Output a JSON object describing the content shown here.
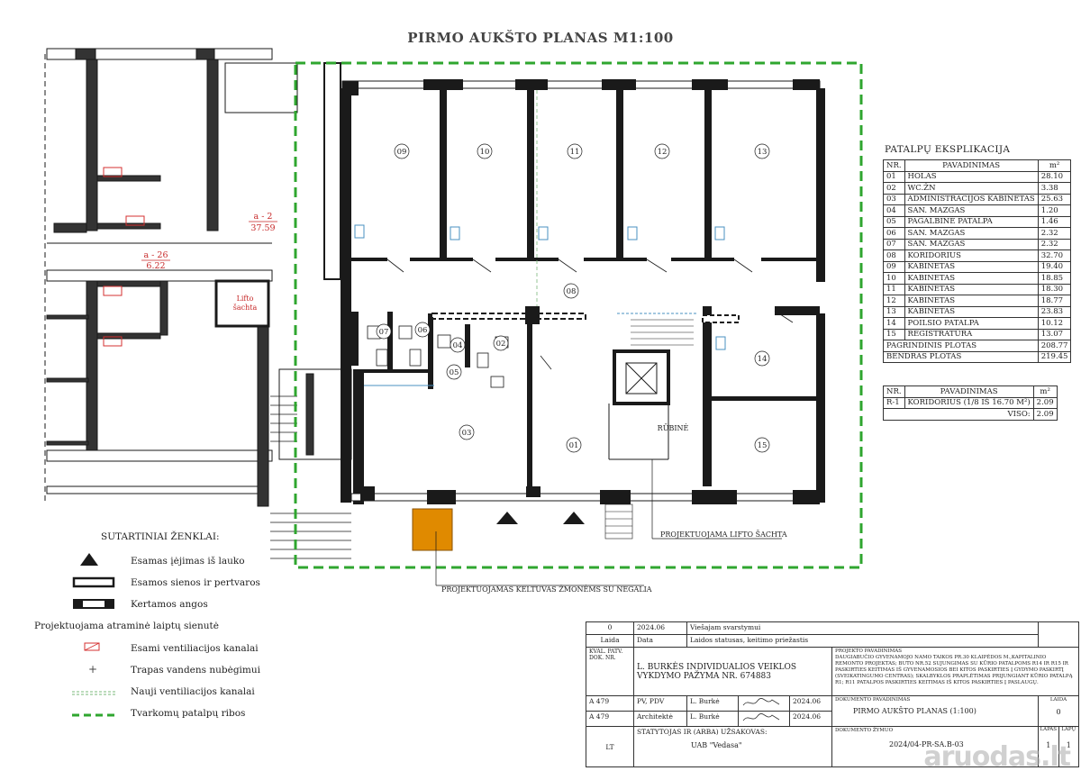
{
  "title": "PIRMO AUKŠTO PLANAS  M1:100",
  "rooms": [
    {
      "no": "01",
      "name": "HOLAS",
      "area": "28.10"
    },
    {
      "no": "02",
      "name": "WC.ŽN",
      "area": "3.38"
    },
    {
      "no": "03",
      "name": "ADMINISTRACIJOS KABINETAS",
      "area": "25.63"
    },
    {
      "no": "04",
      "name": "SAN. MAZGAS",
      "area": "1.20"
    },
    {
      "no": "05",
      "name": "PAGALBINĖ PATALPA",
      "area": "1.46"
    },
    {
      "no": "06",
      "name": "SAN. MAZGAS",
      "area": "2.32"
    },
    {
      "no": "07",
      "name": "SAN. MAZGAS",
      "area": "2.32"
    },
    {
      "no": "08",
      "name": "KORIDORIUS",
      "area": "32.70"
    },
    {
      "no": "09",
      "name": "KABINETAS",
      "area": "19.40"
    },
    {
      "no": "10",
      "name": "KABINETAS",
      "area": "18.85"
    },
    {
      "no": "11",
      "name": "KABINETAS",
      "area": "18.30"
    },
    {
      "no": "12",
      "name": "KABINETAS",
      "area": "18.77"
    },
    {
      "no": "13",
      "name": "KABINETAS",
      "area": "23.83"
    },
    {
      "no": "14",
      "name": "POILSIO PATALPA",
      "area": "10.12"
    },
    {
      "no": "15",
      "name": "REGISTRATŪRA",
      "area": "13.07"
    }
  ],
  "explication": {
    "title": "PATALPŲ EKSPLIKACIJA",
    "col_no": "NR.",
    "col_name": "PAVADINIMAS",
    "col_area": "m²",
    "main_area_label": "PAGRINDINIS PLOTAS",
    "main_area_value": "208.77",
    "total_label": "BENDRAS PLOTAS",
    "total_value": "219.45"
  },
  "explication2": {
    "col_no": "NR.",
    "col_name": "PAVADINIMAS",
    "col_area": "m²",
    "row_no": "R-1",
    "row_name": "KORIDORIUS (1/8 IŠ 16.70 M²)",
    "row_area": "2.09",
    "total_label": "VISO:",
    "total_value": "2.09"
  },
  "plan_labels": {
    "room_a2": "a - 2",
    "room_a2_area": "37.59",
    "room_a26": "a - 26",
    "room_a26_area": "6.22",
    "lift_line1": "Lifto",
    "lift_line2": "šachta",
    "rubine": "RŪBINĖ",
    "callout_lift": "PROJEKTUOJAMA LIFTO ŠACHTA",
    "callout_platform": "PROJEKTUOJAMAS KELTUVAS ŽMONĖMS SU NEGALIA"
  },
  "legend": {
    "title": "SUTARTINIAI ŽENKLAI:",
    "items": [
      "Esamas įėjimas iš lauko",
      "Esamos sienos ir pertvaros",
      "Kertamos angos",
      "Projektuojama atraminė laiptų sienutė",
      "Esami ventiliacijos kanalai",
      "Trapas vandens nubėgimui",
      "Nauji ventiliacijos kanalai",
      "Tvarkomų patalpų ribos"
    ]
  },
  "title_block": {
    "rev_no": "0",
    "rev_date": "2024.06",
    "rev_text": "Viešajam svarstymui",
    "rev_h1": "Laida",
    "rev_h2": "Data",
    "rev_h3": "Laidos statusas, keitimo priežastis",
    "qual_label": "KVAL. PATV. DOK. NR.",
    "company_line1": "L. BURKĖS INDIVIDUALIOS VEIKLOS",
    "company_line2": "VYKDYMO PAŽYMA NR. 674883",
    "project_header": "PROJEKTO PAVADINIMAS",
    "project_text": "DAUGIABUČIO GYVENAMOJO NAMO TAIKOS PR.30 KLAIPĖDOS M.,KAPITALINIO REMONTO PROJEKTAS; BUTO NR.52 SUJUNGIMAS SU KŪRIO PATALPOMS R14 IR R15 IR PASKIRTIES KEITIMAS IŠ GYVENAMOSIOS BEI KITOS PASKIRTIES Į GYDYMO PASKIRTĮ (SVEIKATINGUMO CENTRAS); SKALBYKLOS PRAPLĖTIMAS PRIJUNGIANT KŪRIO PATALPĄ R1; R11 PATALPOS PASKIRTIES KEITIMAS IŠ KITOS PASKIRTIES Į PASLAUGŲ.",
    "r1_code": "A 479",
    "r1_role": "PV, PDV",
    "r1_name": "L. Burkė",
    "r1_date": "2024.06",
    "r2_code": "A 479",
    "r2_role": "Architektė",
    "r2_name": "L. Burkė",
    "r2_date": "2024.06",
    "doc_header": "DOKUMENTO PAVADINIMAS",
    "doc_title": "PIRMO AUKŠTO PLANAS (1:100)",
    "laida_header": "LAIDA",
    "laida_value": "0",
    "country": "LT",
    "client_header": "STATYTOJAS IR (ARBA) UŽSAKOVAS:",
    "client_name": "UAB \"Vedasa\"",
    "doc_code_header": "DOKUMENTO ŽYMUO",
    "doc_code": "2024/04-PR-SA.B-03",
    "sheet_header": "LAPAS",
    "sheet_value": "1",
    "sheets_header": "LAPŲ",
    "sheets_value": "1"
  },
  "watermark": "aruodas.lt",
  "colors": {
    "boundary": "#2fa62f",
    "lift": "#e08a00",
    "ventilation": "#d43030",
    "wall": "#1a1a1a"
  }
}
